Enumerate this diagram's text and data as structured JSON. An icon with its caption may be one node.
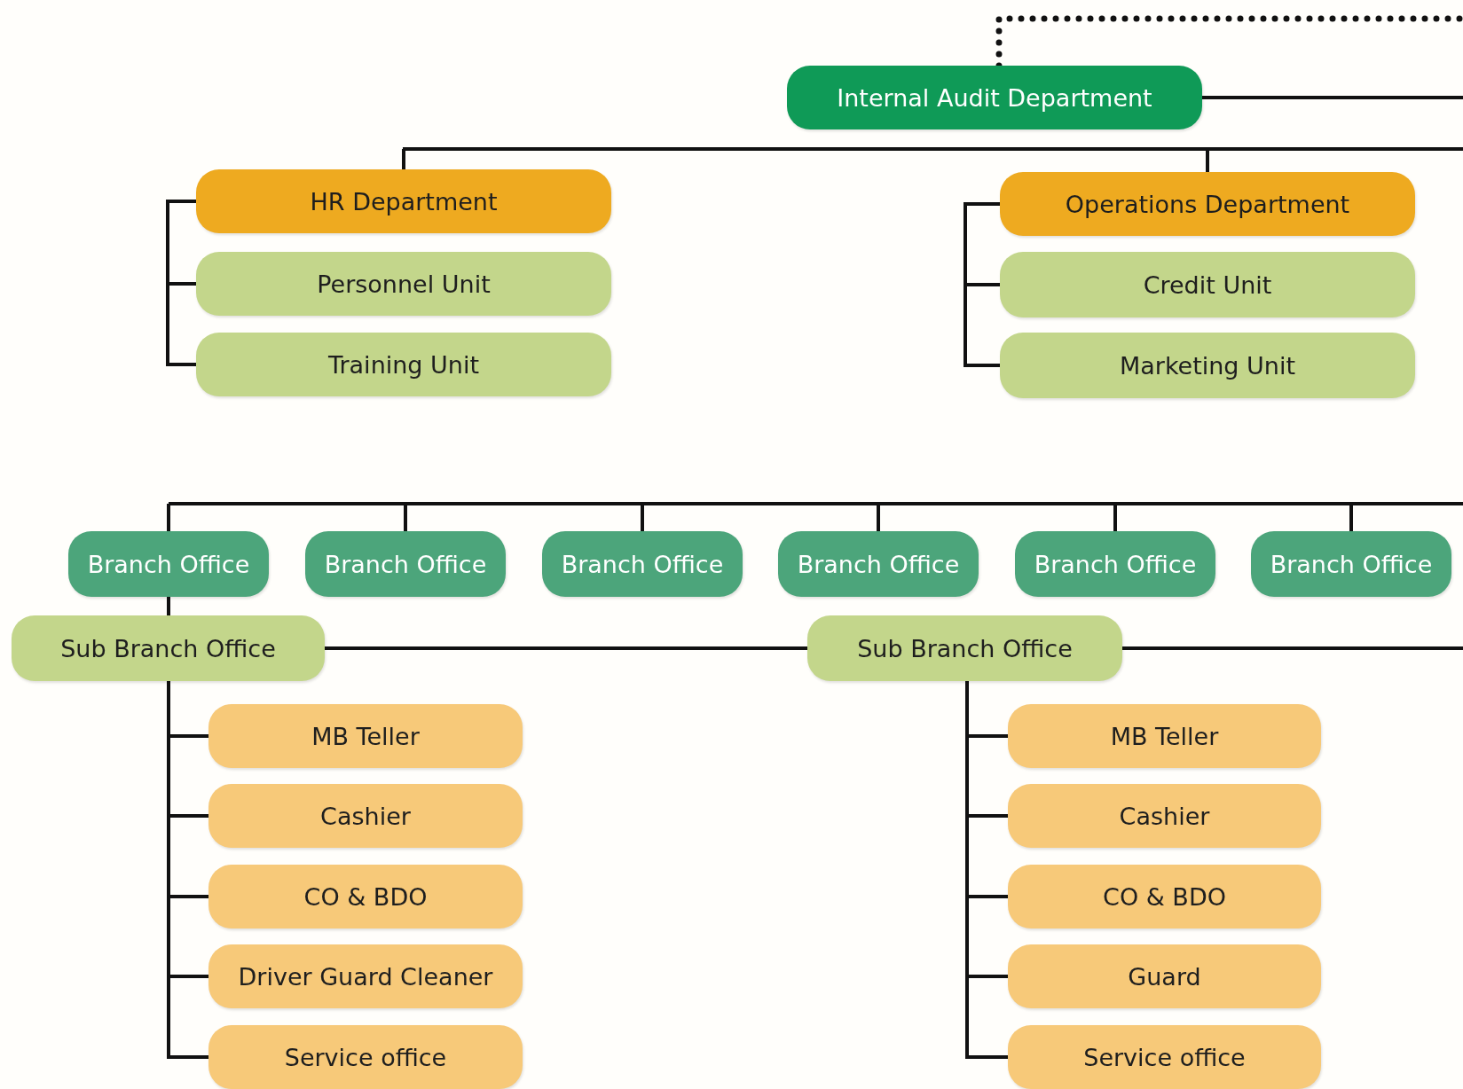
{
  "diagram": {
    "nodes": [
      {
        "text": [
          "Internal Audit Department"
        ]
      },
      {
        "text": [
          "HR Department"
        ]
      },
      {
        "text": [
          "Personnel Unit"
        ]
      },
      {
        "text": [
          "Training Unit"
        ]
      },
      {
        "text": [
          "Operations Department"
        ]
      },
      {
        "text": [
          "Credit Unit"
        ]
      },
      {
        "text": [
          "Marketing Unit"
        ]
      },
      {
        "text": [
          "Branch Office"
        ]
      },
      {
        "text": [
          "Branch Office"
        ]
      },
      {
        "text": [
          "Branch Office"
        ]
      },
      {
        "text": [
          "Branch Office"
        ]
      },
      {
        "text": [
          "Branch Office"
        ]
      },
      {
        "text": [
          "Branch Office"
        ]
      },
      {
        "text": [
          "Sub Branch Office"
        ]
      },
      {
        "text": [
          "Sub Branch Office"
        ]
      },
      {
        "text": [
          "MB Teller"
        ]
      },
      {
        "text": [
          "Cashier"
        ]
      },
      {
        "text": [
          "CO & BDO"
        ]
      },
      {
        "text": [
          "Driver Guard Cleaner"
        ]
      },
      {
        "text": [
          "Service office"
        ]
      },
      {
        "text": [
          "MB Teller"
        ]
      },
      {
        "text": [
          "Cashier"
        ]
      },
      {
        "text": [
          "CO & BDO"
        ]
      },
      {
        "text": [
          "Guard"
        ]
      },
      {
        "text": [
          "Service office"
        ]
      }
    ],
    "edges": [
      {
        "from": 0,
        "to": null,
        "arrow": "none",
        "style": "dashed"
      },
      {
        "from": 0,
        "to": null,
        "arrow": "none"
      },
      {
        "from": null,
        "to": 1,
        "arrow": "none"
      },
      {
        "from": null,
        "to": 4,
        "arrow": "none"
      },
      {
        "from": 1,
        "to": 2,
        "arrow": "none"
      },
      {
        "from": 1,
        "to": 3,
        "arrow": "none"
      },
      {
        "from": 4,
        "to": 5,
        "arrow": "none"
      },
      {
        "from": 4,
        "to": 6,
        "arrow": "none"
      },
      {
        "from": null,
        "to": 7,
        "arrow": "none"
      },
      {
        "from": null,
        "to": 8,
        "arrow": "none"
      },
      {
        "from": null,
        "to": 9,
        "arrow": "none"
      },
      {
        "from": null,
        "to": 10,
        "arrow": "none"
      },
      {
        "from": null,
        "to": 11,
        "arrow": "none"
      },
      {
        "from": null,
        "to": 12,
        "arrow": "none"
      },
      {
        "from": 7,
        "to": 13,
        "arrow": "none"
      },
      {
        "from": 13,
        "to": 14,
        "arrow": "none"
      },
      {
        "from": 14,
        "to": null,
        "arrow": "none"
      },
      {
        "from": 13,
        "to": 15,
        "arrow": "none"
      },
      {
        "from": 13,
        "to": 16,
        "arrow": "none"
      },
      {
        "from": 13,
        "to": 17,
        "arrow": "none"
      },
      {
        "from": 13,
        "to": 18,
        "arrow": "none"
      },
      {
        "from": 13,
        "to": 19,
        "arrow": "none"
      },
      {
        "from": 14,
        "to": 20,
        "arrow": "none"
      },
      {
        "from": 14,
        "to": 21,
        "arrow": "none"
      },
      {
        "from": 14,
        "to": 22,
        "arrow": "none"
      },
      {
        "from": 14,
        "to": 23,
        "arrow": "none"
      },
      {
        "from": 14,
        "to": 24,
        "arrow": "none"
      }
    ]
  }
}
